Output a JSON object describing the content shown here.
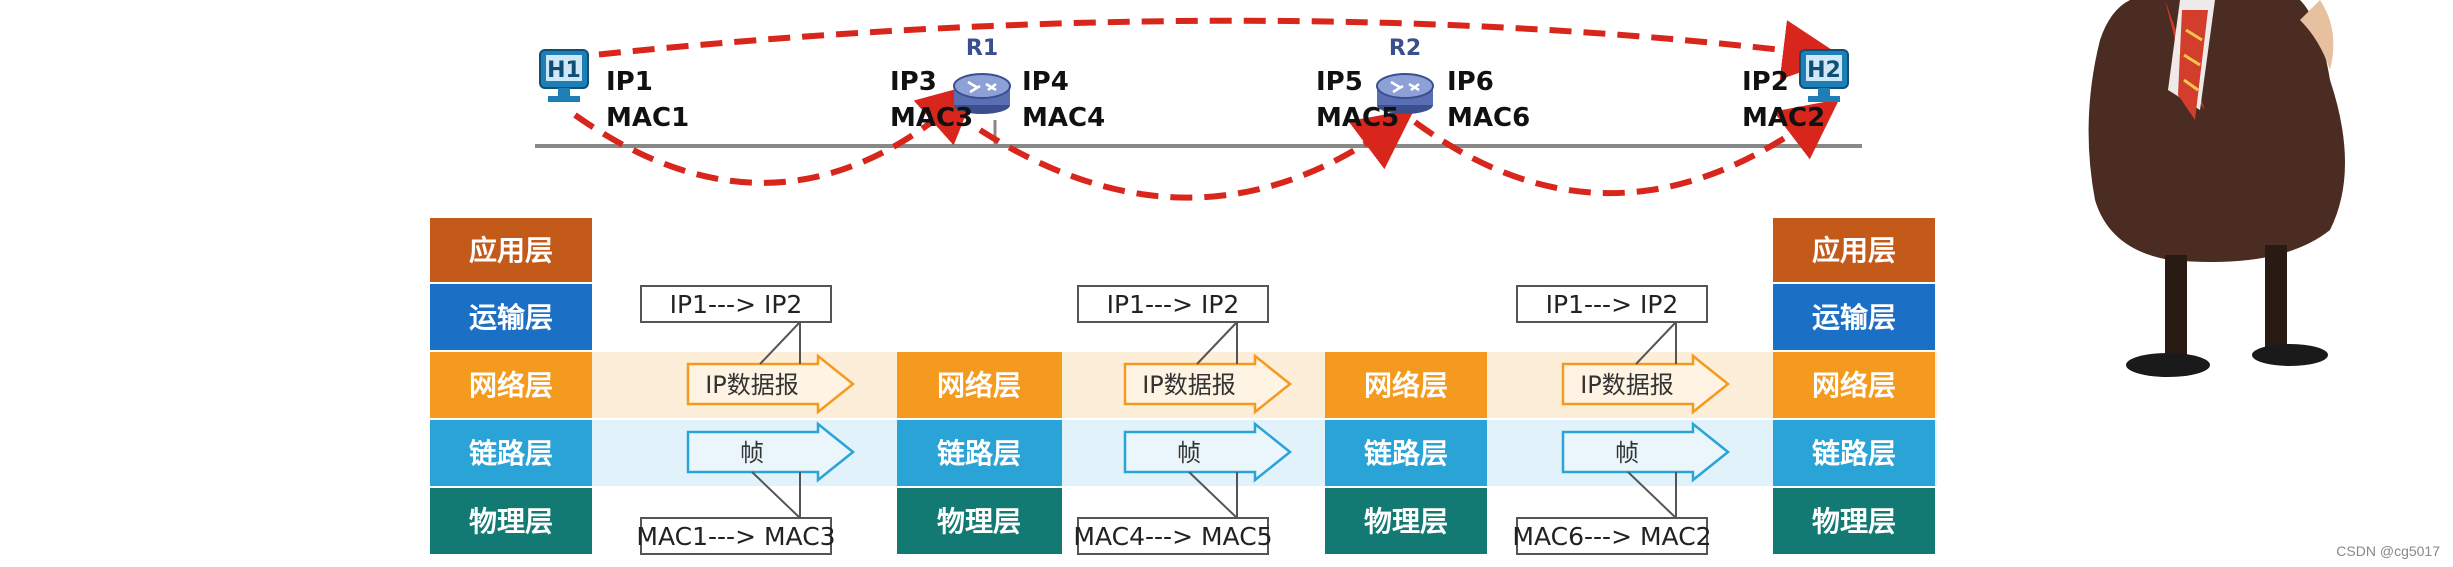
{
  "hosts": {
    "h1": "H1",
    "h2": "H2"
  },
  "routers": {
    "r1": "R1",
    "r2": "R2"
  },
  "addresses": {
    "ip1": "IP1",
    "mac1": "MAC1",
    "ip3": "IP3",
    "mac3": "MAC3",
    "ip4": "IP4",
    "mac4": "MAC4",
    "ip5": "IP5",
    "mac5": "MAC5",
    "ip6": "IP6",
    "mac6": "MAC6",
    "ip2": "IP2",
    "mac2": "MAC2"
  },
  "layers": {
    "application": "应用层",
    "transport": "运输层",
    "network": "网络层",
    "link": "链路层",
    "physical": "物理层"
  },
  "pdu": {
    "ip_packet": "IP数据报",
    "frame": "帧"
  },
  "callouts": {
    "ip_top": "IP1---> IP2",
    "mac_hop1": "MAC1---> MAC3",
    "mac_hop2": "MAC4---> MAC5",
    "mac_hop3": "MAC6---> MAC2"
  },
  "watermark": "CSDN @cg5017",
  "colors": {
    "application": "#c45a1a",
    "transport": "#1b6fc4",
    "network": "#f49a1e",
    "link": "#2aa3d6",
    "physical": "#127a72",
    "path_dashed": "#d8261c",
    "router": "#5a6fb3",
    "host": "#1e7fb6"
  }
}
